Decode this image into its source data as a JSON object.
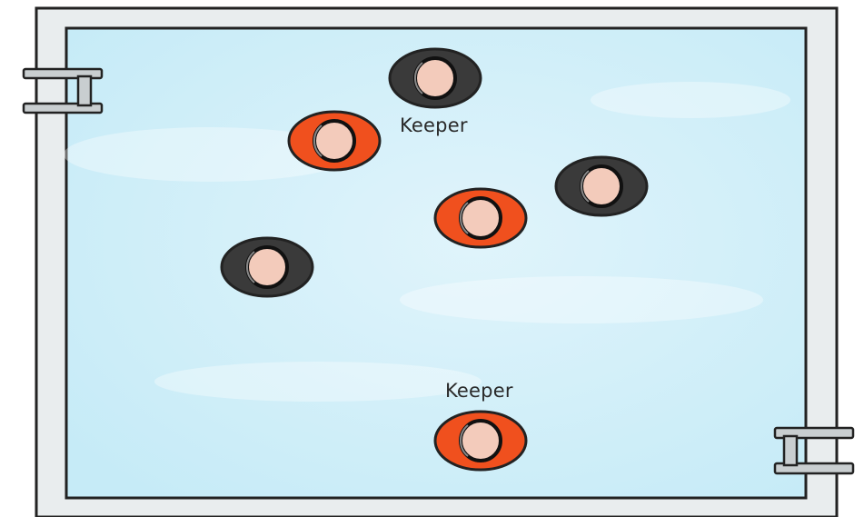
{
  "colors": {
    "deck": "#e9edee",
    "water": "#c9ecf7",
    "water_light": "#e2f5fb",
    "outline": "#222222",
    "team_dark": "#3a3a3a",
    "team_orange": "#f0501e",
    "cap_skin": "#f3cbbb"
  },
  "players": [
    {
      "team": "dark",
      "role": "keeper"
    },
    {
      "team": "orange",
      "role": "field"
    },
    {
      "team": "dark",
      "role": "field"
    },
    {
      "team": "orange",
      "role": "field"
    },
    {
      "team": "dark",
      "role": "field"
    },
    {
      "team": "orange",
      "role": "keeper"
    }
  ],
  "labels": {
    "keeper_top": "Keeper",
    "keeper_bottom": "Keeper"
  },
  "icons": {
    "goal_left": "goal-left-icon",
    "goal_right": "goal-right-icon",
    "player": "player-icon"
  }
}
